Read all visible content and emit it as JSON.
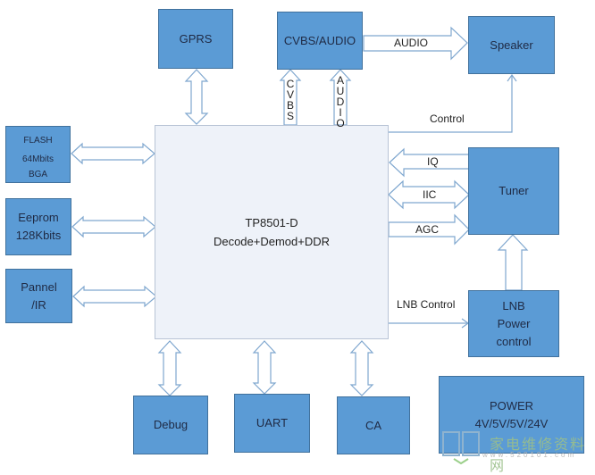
{
  "chip": {
    "line1": "TP8501-D",
    "line2": "Decode+Demod+DDR"
  },
  "blocks": {
    "gprs": "GPRS",
    "cvbs_audio": "CVBS/AUDIO",
    "speaker": "Speaker",
    "flash": [
      "FLASH",
      "64Mbits",
      "BGA"
    ],
    "eeprom": [
      "Eeprom",
      "128Kbits"
    ],
    "pannel": [
      "Pannel",
      "/IR"
    ],
    "tuner": "Tuner",
    "lnb": [
      "LNB",
      "Power",
      "control"
    ],
    "debug": "Debug",
    "uart": "UART",
    "ca": "CA",
    "power": [
      "POWER",
      "4V/5V/5V/24V"
    ]
  },
  "links": {
    "audio_out": "AUDIO",
    "cvbs_v": "CVBS",
    "audio_v": "AUDIO",
    "control": "Control",
    "iq": "IQ",
    "iic": "IIC",
    "agc": "AGC",
    "lnb_control": "LNB Control"
  },
  "colors": {
    "block": "#5b9bd5",
    "block_border": "#41719c",
    "chip": "#eef2f9",
    "arrow": "#7fa7cf"
  },
  "watermark": {
    "text": "家电维修资料网",
    "url": "www.520101.com"
  }
}
